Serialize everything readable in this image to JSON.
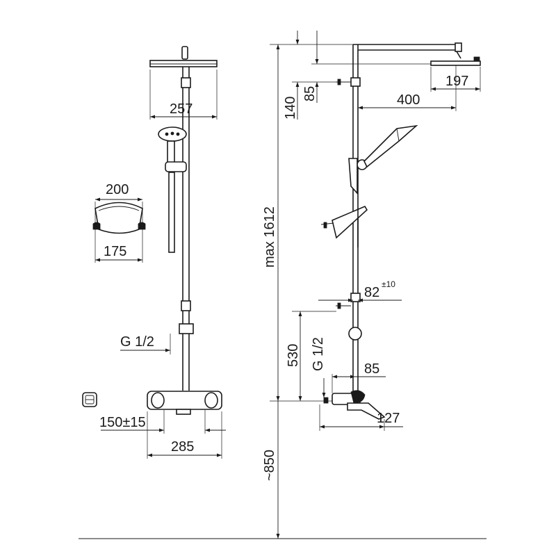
{
  "dimensions": {
    "head_width": "257",
    "soap_top": "200",
    "soap_bottom": "175",
    "inlet_thread_front": "G 1/2",
    "inlet_spacing": "150±15",
    "mixer_width": "285",
    "total_height": "max 1612",
    "floor_height": "~850",
    "top_140": "140",
    "top_85": "85",
    "arm_400": "400",
    "head_197": "197",
    "bracket_82": "82",
    "bracket_82_tol": "±10",
    "height_530": "530",
    "inlet_thread_side": "G 1/2",
    "offset_85": "85",
    "depth_127": "127"
  }
}
